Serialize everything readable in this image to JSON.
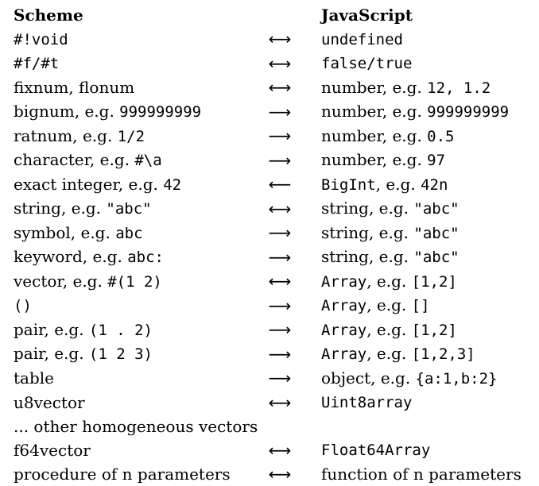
{
  "header": {
    "scheme": "Scheme",
    "javascript": "JavaScript"
  },
  "rows": [
    {
      "scheme": [
        {
          "t": "#!void",
          "mono": true
        }
      ],
      "arrow": "⟷",
      "js": [
        {
          "t": "undefined",
          "mono": true
        }
      ]
    },
    {
      "scheme": [
        {
          "t": "#f/#t",
          "mono": true
        }
      ],
      "arrow": "⟷",
      "js": [
        {
          "t": "false/true",
          "mono": true
        }
      ]
    },
    {
      "scheme": [
        {
          "t": "fixnum, flonum",
          "mono": false
        }
      ],
      "arrow": "⟷",
      "js": [
        {
          "t": "number, e.g. ",
          "mono": false
        },
        {
          "t": "12, 1.2",
          "mono": true
        }
      ]
    },
    {
      "scheme": [
        {
          "t": "bignum, e.g. ",
          "mono": false
        },
        {
          "t": "999999999",
          "mono": true
        }
      ],
      "arrow": "⟶",
      "js": [
        {
          "t": "number, e.g. ",
          "mono": false
        },
        {
          "t": "999999999",
          "mono": true
        }
      ]
    },
    {
      "scheme": [
        {
          "t": "ratnum, e.g. ",
          "mono": false
        },
        {
          "t": "1/2",
          "mono": true
        }
      ],
      "arrow": "⟶",
      "js": [
        {
          "t": "number, e.g. ",
          "mono": false
        },
        {
          "t": "0.5",
          "mono": true
        }
      ]
    },
    {
      "scheme": [
        {
          "t": "character, e.g. ",
          "mono": false
        },
        {
          "t": "#\\a",
          "mono": true
        }
      ],
      "arrow": "⟶",
      "js": [
        {
          "t": "number, e.g. ",
          "mono": false
        },
        {
          "t": "97",
          "mono": true
        }
      ]
    },
    {
      "scheme": [
        {
          "t": "exact integer, e.g. ",
          "mono": false
        },
        {
          "t": "42",
          "mono": true
        }
      ],
      "arrow": "⟵",
      "js": [
        {
          "t": "BigInt",
          "mono": true
        },
        {
          "t": ", e.g. ",
          "mono": false
        },
        {
          "t": "42n",
          "mono": true
        }
      ]
    },
    {
      "scheme": [
        {
          "t": "string, e.g. ",
          "mono": false
        },
        {
          "t": "\"abc\"",
          "mono": true
        }
      ],
      "arrow": "⟷",
      "js": [
        {
          "t": "string, e.g. ",
          "mono": false
        },
        {
          "t": "\"abc\"",
          "mono": true
        }
      ]
    },
    {
      "scheme": [
        {
          "t": "symbol, e.g. ",
          "mono": false
        },
        {
          "t": "abc",
          "mono": true
        }
      ],
      "arrow": "⟶",
      "js": [
        {
          "t": "string, e.g. ",
          "mono": false
        },
        {
          "t": "\"abc\"",
          "mono": true
        }
      ]
    },
    {
      "scheme": [
        {
          "t": "keyword, e.g. ",
          "mono": false
        },
        {
          "t": "abc:",
          "mono": true
        }
      ],
      "arrow": "⟶",
      "js": [
        {
          "t": "string, e.g. ",
          "mono": false
        },
        {
          "t": "\"abc\"",
          "mono": true
        }
      ]
    },
    {
      "scheme": [
        {
          "t": "vector, e.g. ",
          "mono": false
        },
        {
          "t": "#(1 2)",
          "mono": true
        }
      ],
      "arrow": "⟷",
      "js": [
        {
          "t": "Array",
          "mono": true
        },
        {
          "t": ", e.g. ",
          "mono": false
        },
        {
          "t": "[1,2]",
          "mono": true
        }
      ]
    },
    {
      "scheme": [
        {
          "t": "()",
          "mono": true
        }
      ],
      "arrow": "⟶",
      "js": [
        {
          "t": "Array",
          "mono": true
        },
        {
          "t": ", e.g. ",
          "mono": false
        },
        {
          "t": "[]",
          "mono": true
        }
      ]
    },
    {
      "scheme": [
        {
          "t": "pair, e.g. ",
          "mono": false
        },
        {
          "t": "(1 . 2)",
          "mono": true
        }
      ],
      "arrow": "⟶",
      "js": [
        {
          "t": "Array",
          "mono": true
        },
        {
          "t": ", e.g. ",
          "mono": false
        },
        {
          "t": "[1,2]",
          "mono": true
        }
      ]
    },
    {
      "scheme": [
        {
          "t": "pair, e.g. ",
          "mono": false
        },
        {
          "t": "(1 2 3)",
          "mono": true
        }
      ],
      "arrow": "⟶",
      "js": [
        {
          "t": "Array",
          "mono": true
        },
        {
          "t": ", e.g. ",
          "mono": false
        },
        {
          "t": "[1,2,3]",
          "mono": true
        }
      ]
    },
    {
      "scheme": [
        {
          "t": "table",
          "mono": false
        }
      ],
      "arrow": "⟶",
      "js": [
        {
          "t": "object, e.g. ",
          "mono": false
        },
        {
          "t": "{a:1,b:2}",
          "mono": true
        }
      ]
    },
    {
      "scheme": [
        {
          "t": "u8vector",
          "mono": false
        }
      ],
      "arrow": "⟷",
      "js": [
        {
          "t": "Uint8array",
          "mono": true
        }
      ]
    },
    {
      "span": true,
      "scheme": [
        {
          "t": "... other homogeneous vectors",
          "mono": false
        }
      ],
      "arrow": "",
      "js": []
    },
    {
      "scheme": [
        {
          "t": "f64vector",
          "mono": false
        }
      ],
      "arrow": "⟷",
      "js": [
        {
          "t": "Float64Array",
          "mono": true
        }
      ]
    },
    {
      "scheme": [
        {
          "t": "procedure of n parameters",
          "mono": false
        }
      ],
      "arrow": "⟷",
      "js": [
        {
          "t": "function of n parameters",
          "mono": false
        }
      ]
    }
  ]
}
